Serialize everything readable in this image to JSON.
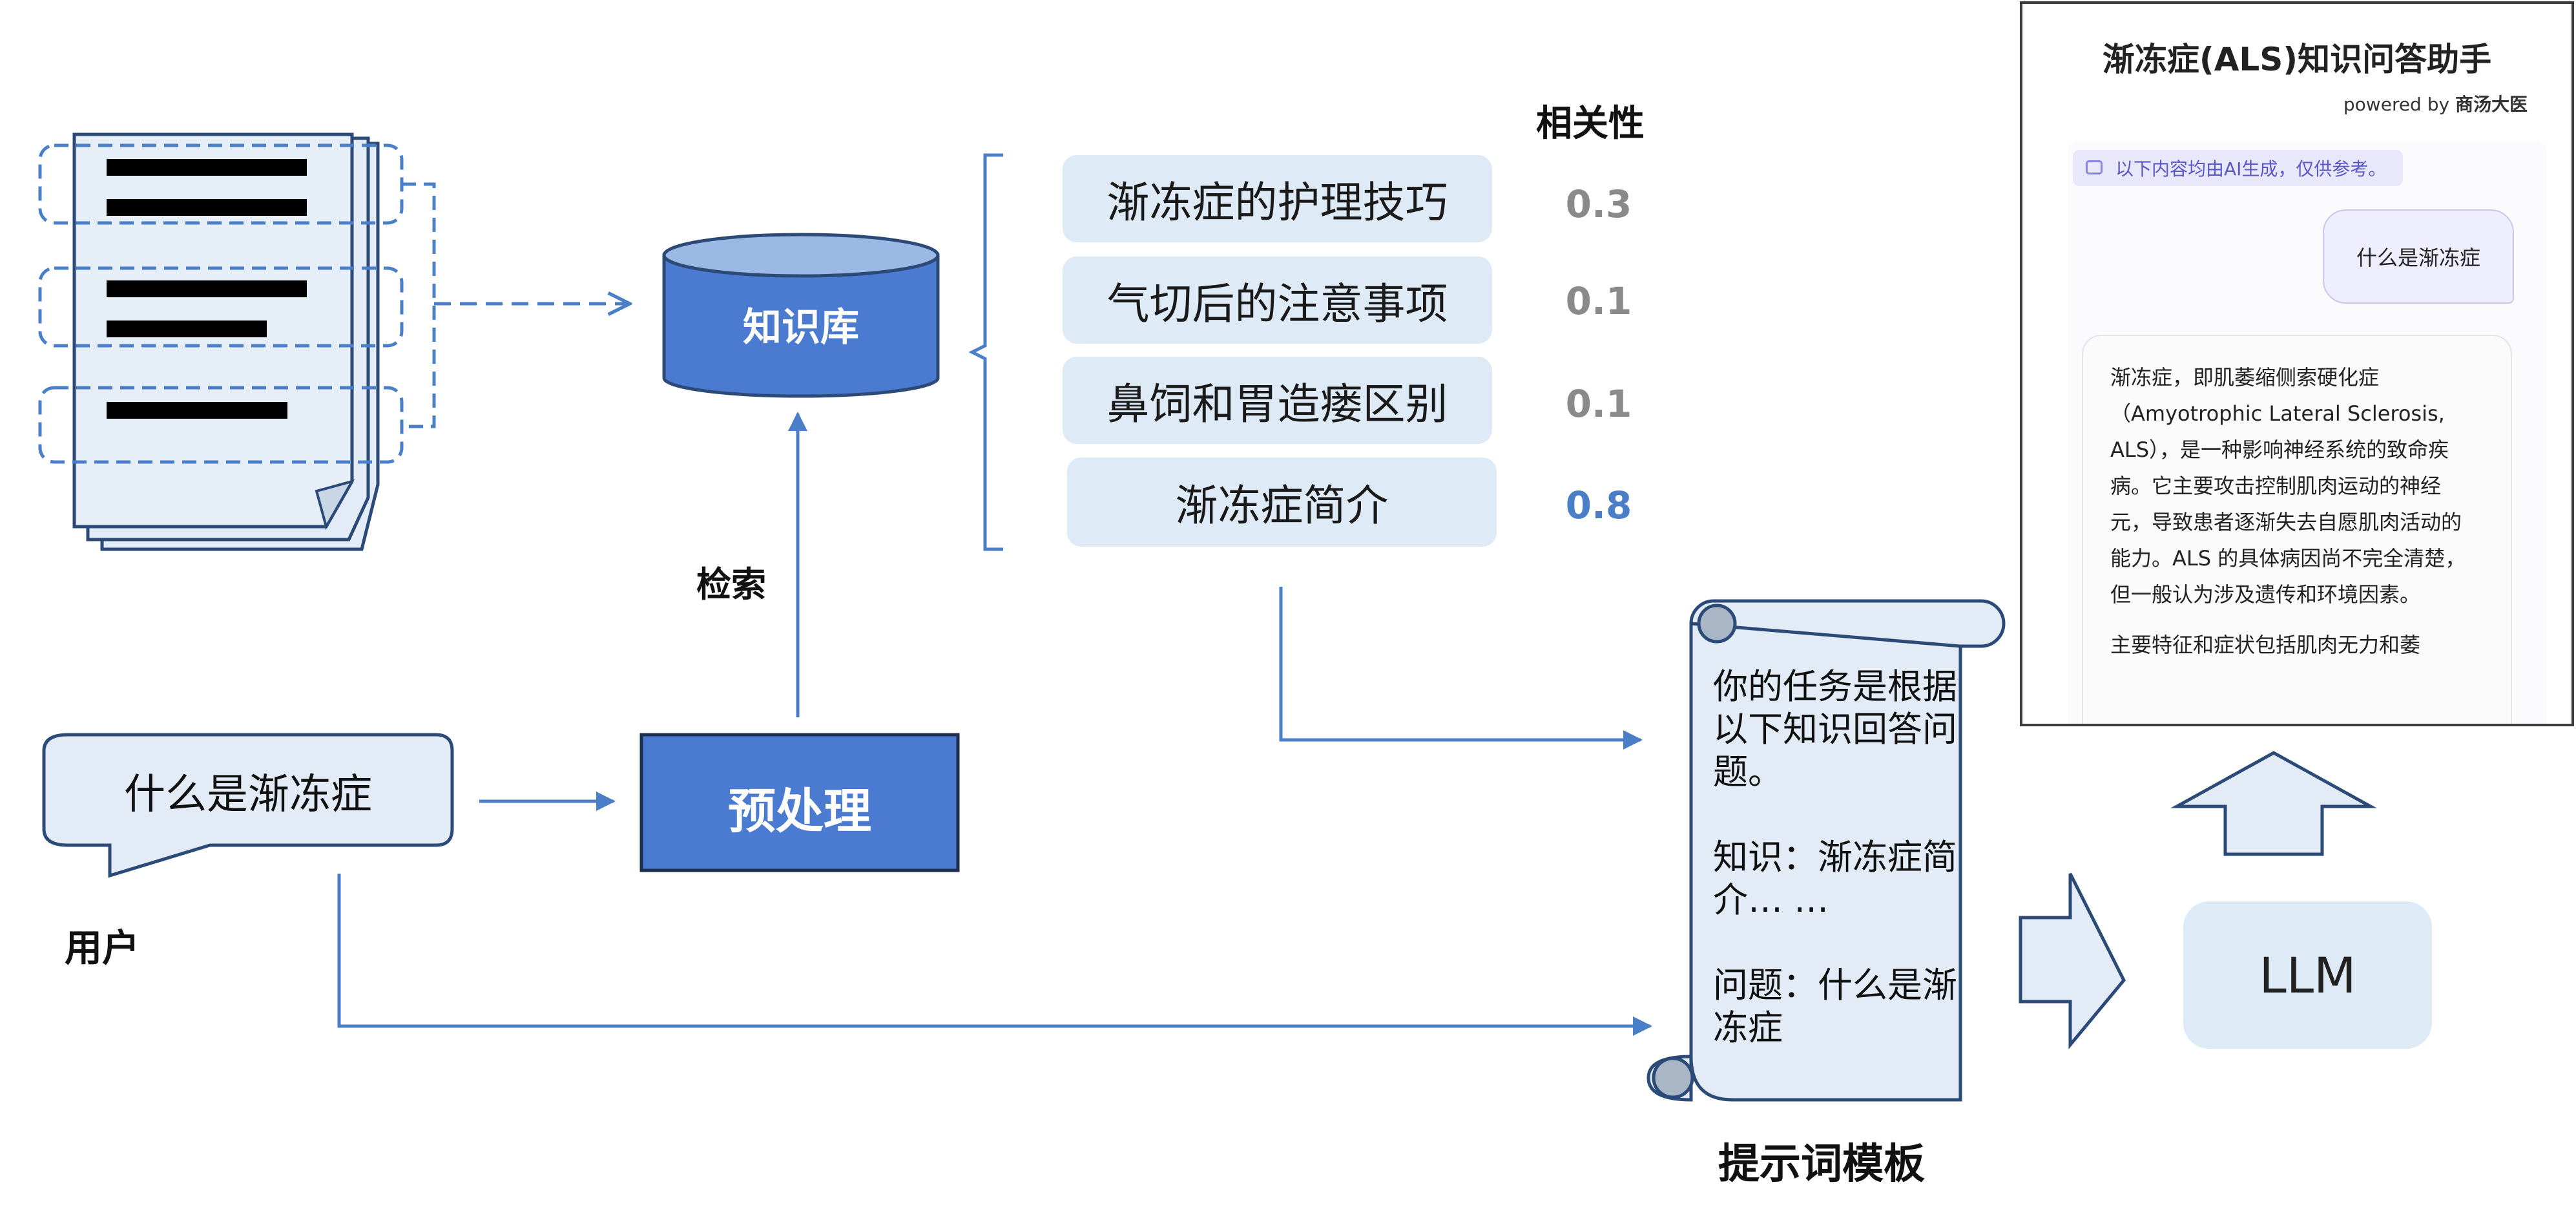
{
  "knowledge_base_label": "知识库",
  "retrieve_label": "检索",
  "preprocess_label": "预处理",
  "user_query": "什么是渐冻症",
  "user_label": "用户",
  "relevance_header": "相关性",
  "retrieved": [
    {
      "text": "渐冻症的护理技巧",
      "score": "0.3"
    },
    {
      "text": "气切后的注意事项",
      "score": "0.1"
    },
    {
      "text": "鼻饲和胃造瘘区别",
      "score": "0.1"
    },
    {
      "text": "渐冻症简介",
      "score": "0.8"
    }
  ],
  "prompt_template": {
    "label": "提示词模板",
    "task": "你的任务是根据以下知识回答问题。",
    "knowledge": "知识：渐冻症简介… …",
    "question": "问题：什么是渐冻症"
  },
  "llm_label": "LLM",
  "app": {
    "title": "渐冻症(ALS)知识问答助手",
    "powered_prefix": "powered by ",
    "powered_brand": "商汤大医",
    "notice": "以下内容均由AI生成，仅供参考。",
    "user_message": "什么是渐冻症",
    "answer_p1": "渐冻症，即肌萎缩侧索硬化症（Amyotrophic Lateral Sclerosis, ALS），是一种影响神经系统的致命疾病。它主要攻击控制肌肉运动的神经元，导致患者逐渐失去自愿肌肉活动的能力。ALS 的具体病因尚不完全清楚，但一般认为涉及遗传和环境因素。",
    "answer_p2": "主要特征和症状包括肌肉无力和萎"
  },
  "colors": {
    "accent_blue": "#4a7fc8",
    "box_blue": "#4a7bd0",
    "light_blue": "#deeaf5",
    "dark_outline": "#2c4a78"
  }
}
